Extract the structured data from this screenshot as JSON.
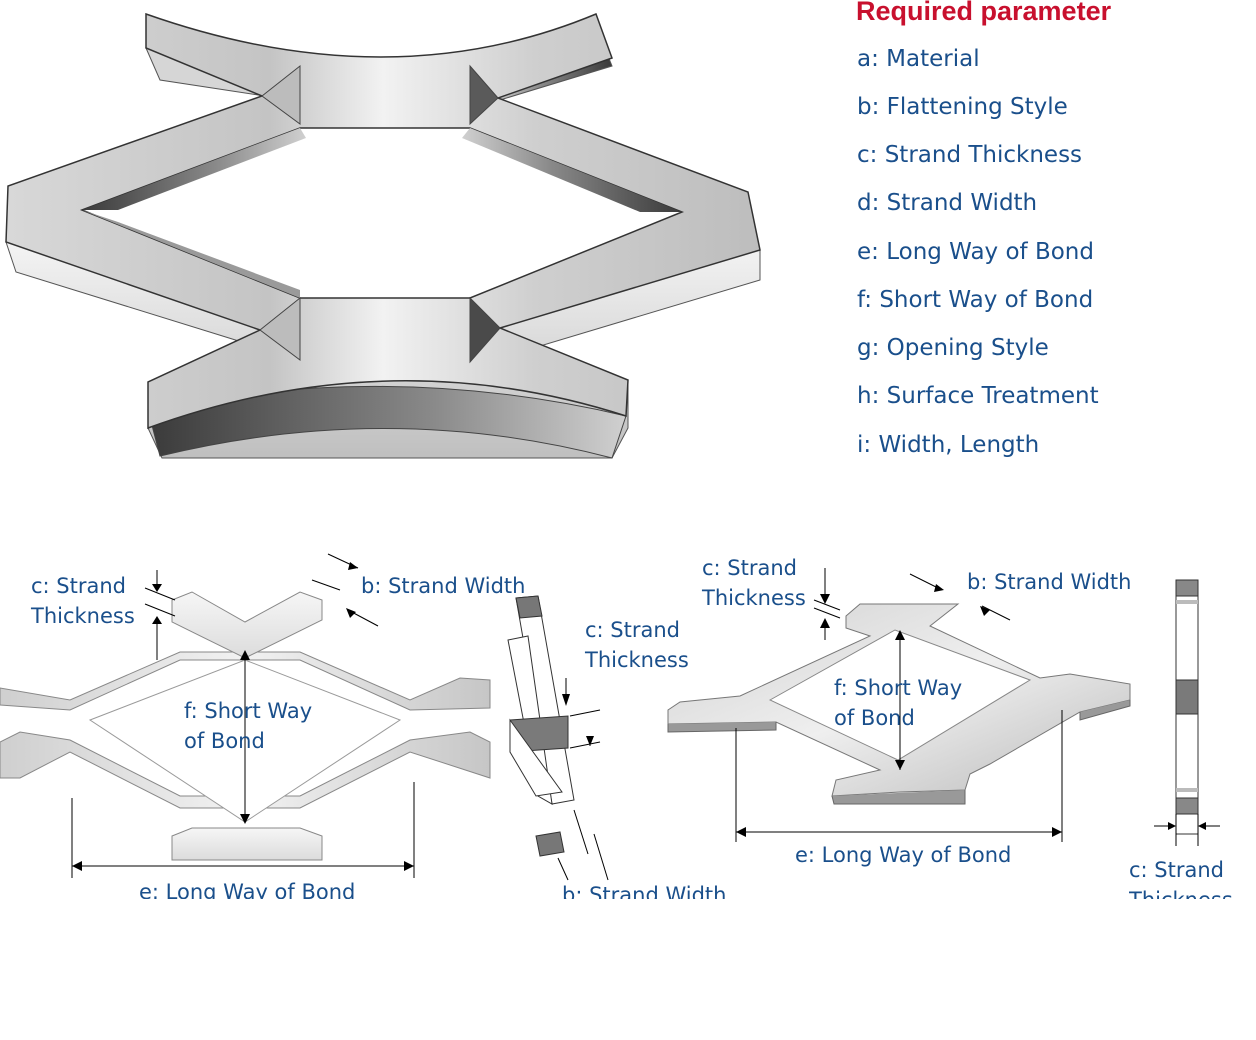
{
  "params": {
    "title": "Required parameter",
    "items": [
      "a: Material",
      "b: Flattening Style",
      "c: Strand Thickness",
      "d: Strand Width",
      "e: Long Way of Bond",
      "f: Short Way of Bond",
      "g: Opening Style",
      "h: Surface Treatment",
      "i: Width, Length"
    ]
  },
  "diagram_left": {
    "thickness_line1": "c: Strand",
    "thickness_line2": "Thickness",
    "width": "b: Strand Width",
    "short_line1": "f: Short Way",
    "short_line2": "of Bond",
    "long": "e: Long Way of Bond"
  },
  "diagram_section": {
    "thickness_line1": "c: Strand",
    "thickness_line2": "Thickness",
    "width": "b: Strand Width"
  },
  "diagram_right": {
    "thickness_line1": "c: Strand",
    "thickness_line2": "Thickness",
    "width": "b: Strand Width",
    "short_line1": "f: Short Way",
    "short_line2": "of Bond",
    "long": "e: Long Way of Bond"
  },
  "diagram_flat_section": {
    "thickness_line1": "c: Strand",
    "thickness_line2": "Thickness"
  }
}
